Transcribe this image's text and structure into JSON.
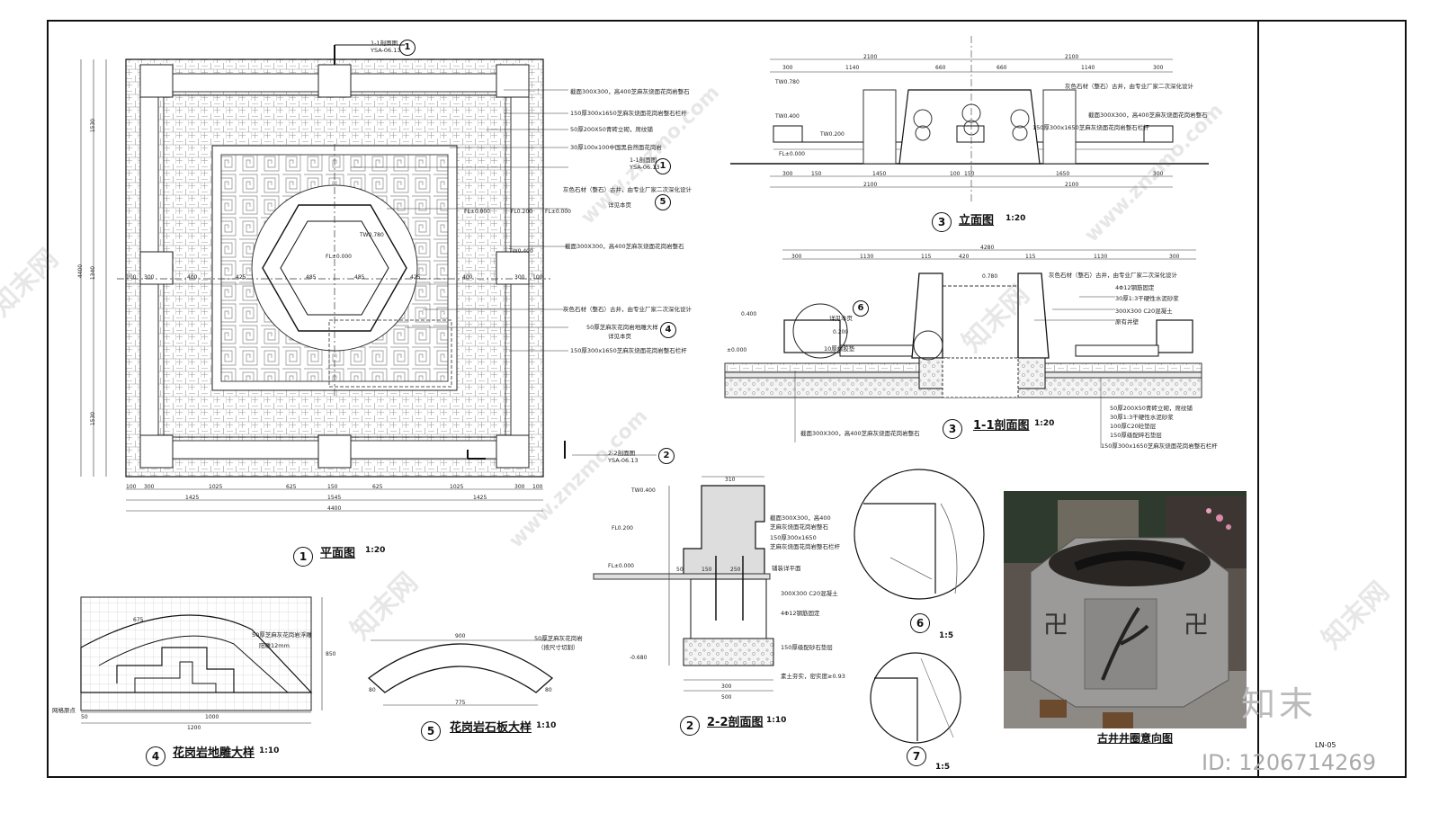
{
  "views": {
    "plan": {
      "num": "1",
      "title": "平面图",
      "scale": "1:20"
    },
    "elevation": {
      "num": "3",
      "title": "立面图",
      "scale": "1:20"
    },
    "section11": {
      "num": "3",
      "title": "1-1剖面图",
      "scale": "1:20"
    },
    "section22": {
      "num": "2",
      "title": "2-2剖面图",
      "scale": "1:10"
    },
    "carving": {
      "num": "4",
      "title": "花岗岩地雕大样",
      "scale": "1:10"
    },
    "slab": {
      "num": "5",
      "title": "花岗岩石板大样",
      "scale": "1:10"
    },
    "detail6": {
      "num": "6",
      "scale": "1:5"
    },
    "detail7": {
      "num": "7",
      "scale": "1:5"
    },
    "photo": {
      "title": "古井井圈意向图"
    }
  },
  "plan_notes": [
    "截面300X300，高400芝麻灰烧面花岗岩整石",
    "150厚300x1650芝麻灰烧面花岗岩整石栏杆",
    "50厚200X50青砖立砌，席纹铺",
    "30厚100x100中国黑自然面花岗岩",
    "1-1剖面图",
    "YSA-06.13",
    "灰色石材（整石）古井，由专业厂家二次深化设计",
    "详见本页",
    "截面300X300，高400芝麻灰烧面花岗岩整石",
    "灰色石材（整石）古井，由专业厂家二次深化设计",
    "50厚芝麻灰花岗岩地雕大样",
    "详见本页",
    "150厚300x1650芝麻灰烧面花岗岩整石栏杆",
    "2-2剖面图",
    "YSA-06.13"
  ],
  "plan_section_ref": {
    "label": "1-1剖面图",
    "code": "YSA-06.13",
    "num": "1"
  },
  "plan_levels": [
    "FL±0.000",
    "FL0.200",
    "FL±0.000",
    "TW0.780",
    "FL±0.000",
    "TW0.400"
  ],
  "plan_dims_bottom": [
    "100",
    "300",
    "1025",
    "625",
    "150",
    "625",
    "1025",
    "300",
    "100"
  ],
  "plan_dims_bottom2": [
    "1425",
    "1545",
    "1425"
  ],
  "plan_total": "4400",
  "plan_dims_left": [
    "1530",
    "1340",
    "1530",
    "4400"
  ],
  "plan_dims_mid": [
    "100",
    "300",
    "400",
    "425",
    "485",
    "485",
    "425",
    "400",
    "300",
    "100"
  ],
  "elevation_dims_top": [
    "2100",
    "2100",
    "300",
    "1140",
    "660",
    "660",
    "1140",
    "300"
  ],
  "elevation_dims_bottom": [
    "300",
    "150",
    "1450",
    "100",
    "150",
    "1650",
    "300",
    "2100",
    "2100"
  ],
  "elevation_notes": [
    "灰色石材（整石）古井，由专业厂家二次深化设计",
    "截面300X300，高400芝麻灰烧面花岗岩整石",
    "150厚300x1650芝麻灰烧面花岗岩整石栏杆"
  ],
  "elevation_levels": [
    "TW0.780",
    "TW0.400",
    "TW0.200",
    "FL±0.000"
  ],
  "section11_dims_top": [
    "4280",
    "300",
    "1130",
    "115",
    "420",
    "115",
    "1130",
    "300"
  ],
  "section11_notes": [
    "灰色石材（整石）古井，由专业厂家二次深化设计",
    "4Φ12钢筋固定",
    "30厚1:3干硬性水泥砂浆",
    "300X300 C20混凝土",
    "原有井壁",
    "详见本页",
    "10厚橡胶垫",
    "50厚200X50青砖立砌，席纹铺",
    "30厚1:3干硬性水泥砂浆",
    "100厚C20砼垫层",
    "150厚级配碎石垫层",
    "150厚300x1650芝麻灰烧面花岗岩整石栏杆",
    "截面300X300，高400芝麻灰烧面花岗岩整石"
  ],
  "section11_levels": [
    "0.400",
    "±0.000",
    "0.780",
    "0.200"
  ],
  "section22_notes": [
    "截面300X300，高400",
    "芝麻灰烧面花岗岩整石",
    "150厚300x1650",
    "芝麻灰烧面花岗岩整石栏杆",
    "铺装详平面",
    "300X300 C20混凝土",
    "4Φ12钢筋固定",
    "150厚级配砂石垫层",
    "素土夯实，密实度≥0.93"
  ],
  "section22_levels": [
    "TW0.400",
    "FL0.200",
    "FL±0.000",
    "-0.680"
  ],
  "section22_dims": [
    "310",
    "50",
    "150",
    "250",
    "300",
    "500"
  ],
  "carving_notes": [
    "50厚芝麻灰花岗岩浮雕",
    "阳雕12mm",
    "网格原点"
  ],
  "carving_dims": [
    "1200",
    "1000",
    "675",
    "850",
    "50"
  ],
  "slab_notes": [
    "50厚芝麻灰花岗岩",
    "（按尺寸切割）"
  ],
  "slab_dims": [
    "900",
    "775",
    "80",
    "80"
  ],
  "titleblock": {
    "sheet": "LN-05"
  },
  "watermark": {
    "brand": "知末",
    "id": "ID: 1206714269",
    "site": "www.znzmo.com",
    "cn": "知末网"
  }
}
